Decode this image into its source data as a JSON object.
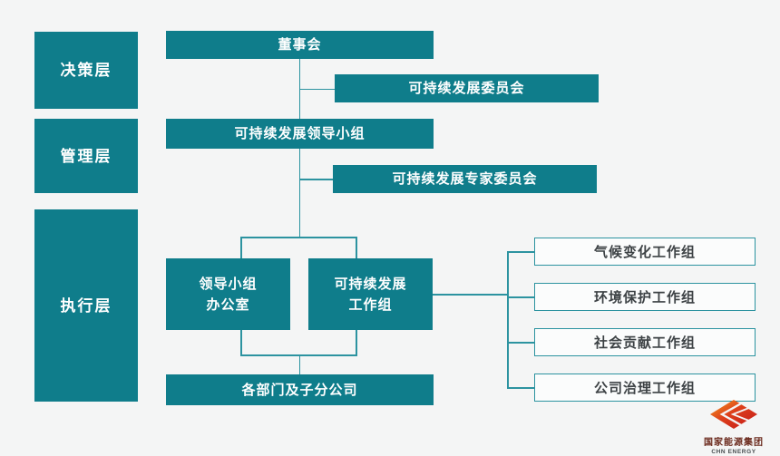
{
  "colors": {
    "background": "#f4f5f5",
    "box_fill_teal": "#0f7d8b",
    "connector_teal": "#2c93a0",
    "white_box_border": "#2c93a0",
    "white_box_text": "#3d4245",
    "box_text": "#ffffff",
    "logo_red": "#c2181a",
    "logo_orange": "#f59d1e"
  },
  "layers": [
    {
      "label": "决策层"
    },
    {
      "label": "管理层"
    },
    {
      "label": "执行层"
    }
  ],
  "org": {
    "board": "董事会",
    "sd_committee": "可持续发展委员会",
    "sd_leading_group": "可持续发展领导小组",
    "sd_expert_committee": "可持续发展专家委员会",
    "leading_group_office_line1": "领导小组",
    "leading_group_office_line2": "办公室",
    "sd_working_group_line1": "可持续发展",
    "sd_working_group_line2": "工作组",
    "departments": "各部门及子分公司",
    "working_groups": [
      "气候变化工作组",
      "环境保护工作组",
      "社会贡献工作组",
      "公司治理工作组"
    ]
  },
  "logo": {
    "name_cn": "国家能源集团",
    "name_en": "CHN ENERGY"
  }
}
